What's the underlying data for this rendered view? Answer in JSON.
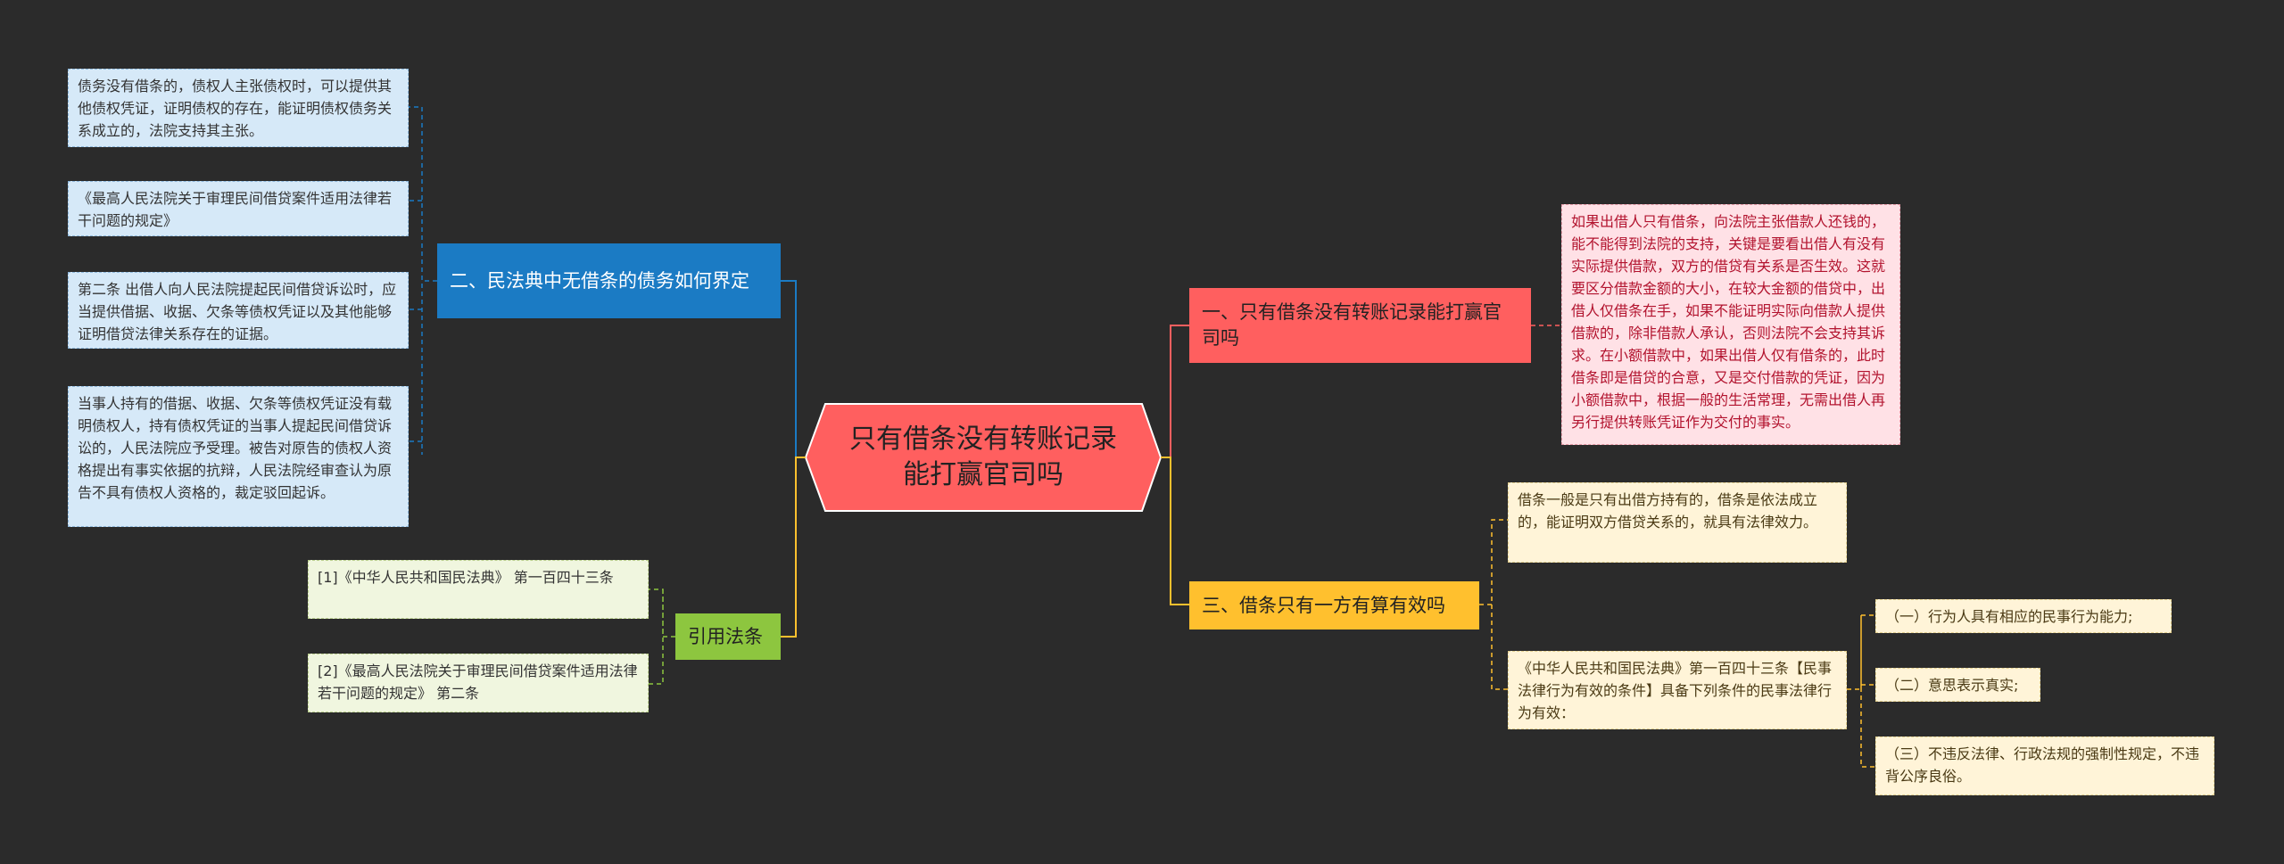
{
  "root": {
    "text": "只有借条没有转账记录能打赢官司吗"
  },
  "branches": {
    "b1": {
      "text": "一、只有借条没有转账记录能打赢官司吗"
    },
    "b2": {
      "text": "二、民法典中无借条的债务如何界定"
    },
    "b3": {
      "text": "三、借条只有一方有算有效吗"
    },
    "b4": {
      "text": "引用法条"
    }
  },
  "leaves": {
    "r1": "如果出借人只有借条，向法院主张借款人还钱的，能不能得到法院的支持，关键是要看出借人有没有实际提供借款，双方的借贷有关系是否生效。这就要区分借款金额的大小，在较大金额的借贷中，出借人仅借条在手，如果不能证明实际向借款人提供借款的，除非借款人承认，否则法院不会支持其诉求。在小额借款中，如果出借人仅有借条的，此时借条即是借贷的合意，又是交付借款的凭证，因为小额借款中，根据一般的生活常理，无需出借人再另行提供转账凭证作为交付的事实。",
    "r3a": "借条一般是只有出借方持有的，借条是依法成立的，能证明双方借贷关系的，就具有法律效力。",
    "r3b": "《中华人民共和国民法典》第一百四十三条【民事法律行为有效的条件】具备下列条件的民事法律行为有效：",
    "r3b1": "（一）行为人具有相应的民事行为能力;",
    "r3b2": "（二）意思表示真实;",
    "r3b3": "（三）不违反法律、行政法规的强制性规定，不违背公序良俗。",
    "l2a": "债务没有借条的，债权人主张债权时，可以提供其他债权凭证，证明债权的存在，能证明债权债务关系成立的，法院支持其主张。",
    "l2b": "《最高人民法院关于审理民间借贷案件适用法律若干问题的规定》",
    "l2c": "第二条 出借人向人民法院提起民间借贷诉讼时，应当提供借据、收据、欠条等债权凭证以及其他能够证明借贷法律关系存在的证据。",
    "l2d": "当事人持有的借据、收据、欠条等债权凭证没有载明债权人，持有债权凭证的当事人提起民间借贷诉讼的，人民法院应予受理。被告对原告的债权人资格提出有事实依据的抗辩，人民法院经审查认为原告不具有债权人资格的，裁定驳回起诉。",
    "l4a": "[1]《中华人民共和国民法典》 第一百四十三条",
    "l4b": "[2]《最高人民法院关于审理民间借贷案件适用法律若干问题的规定》 第二条"
  },
  "colors": {
    "root": "#ff5f5f",
    "blue": "#1b7bc4",
    "red": "#ff5f5f",
    "yellow": "#ffc02e",
    "green": "#8dc63f",
    "background": "#2b2b2b"
  }
}
